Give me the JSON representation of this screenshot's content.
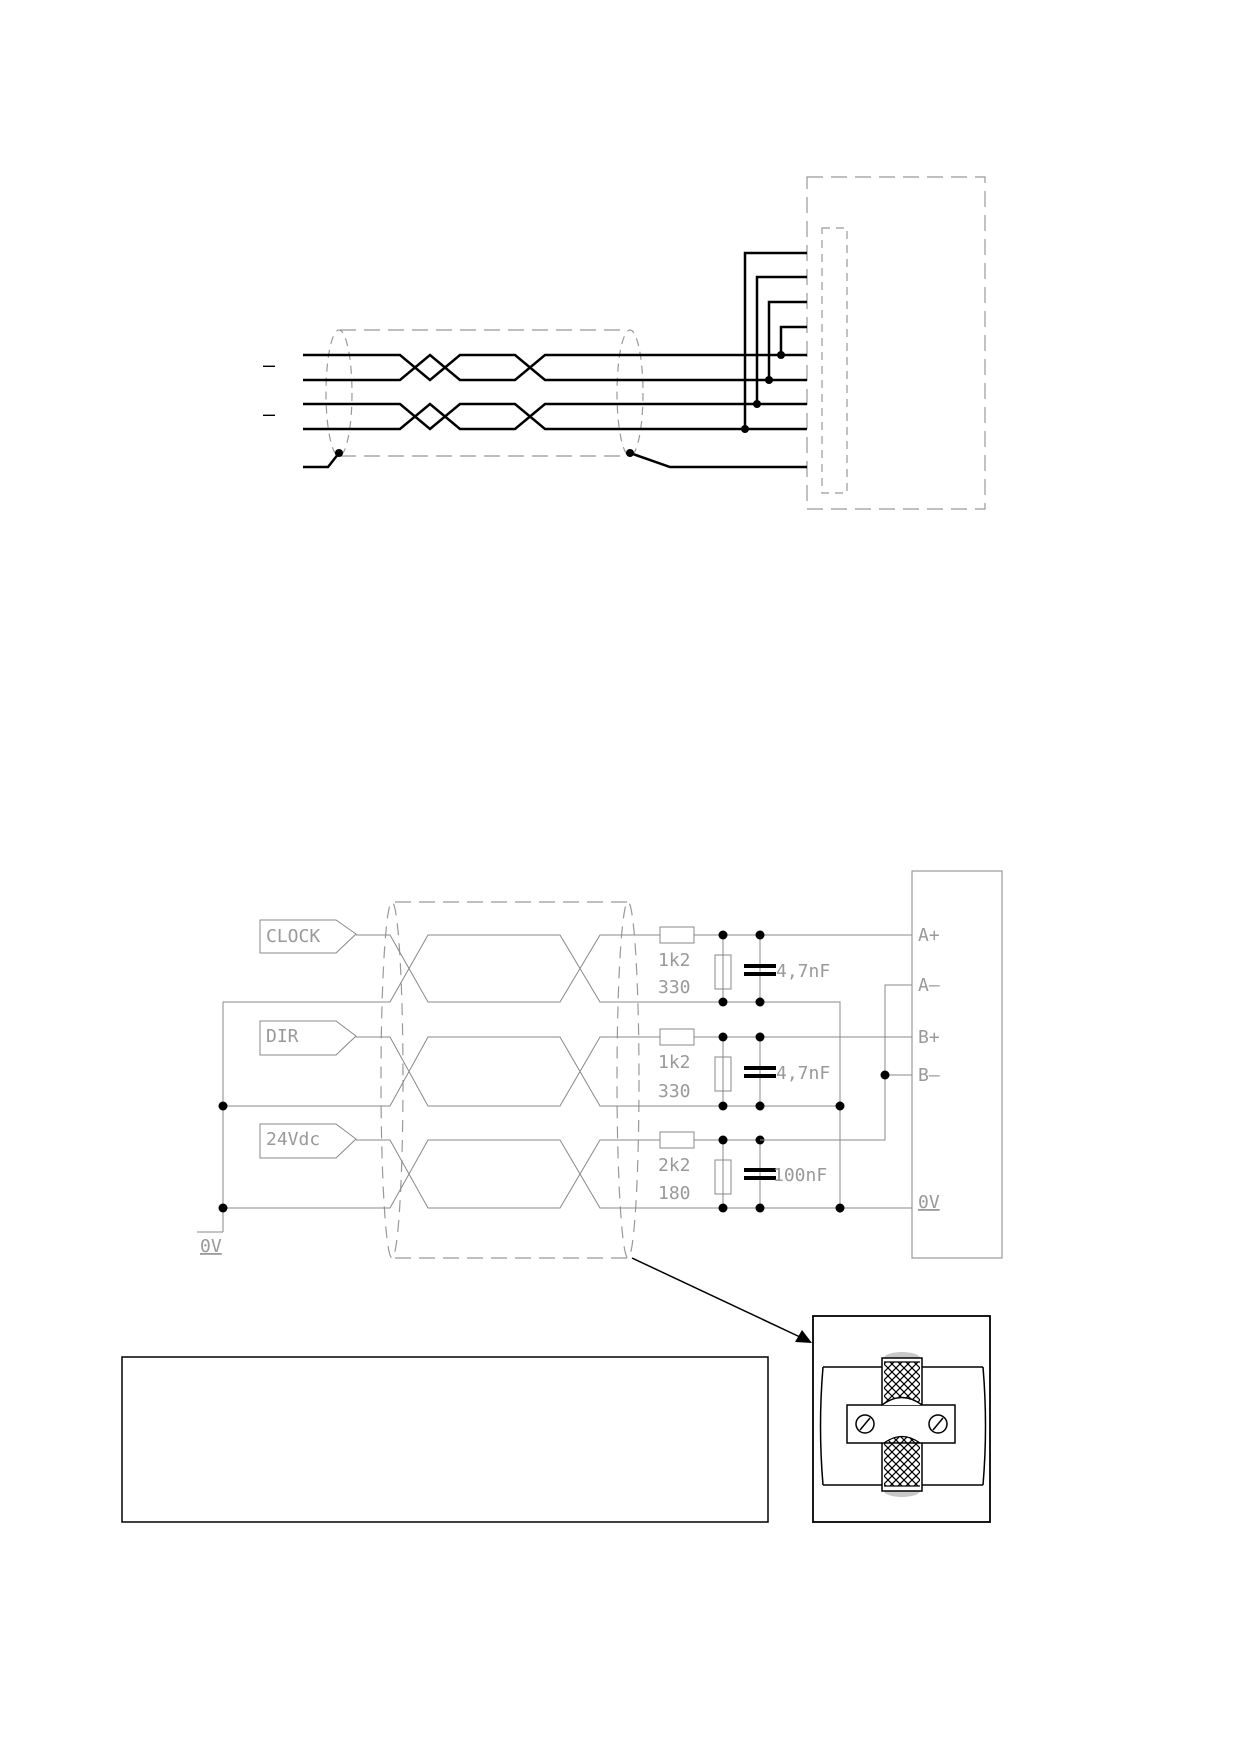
{
  "top_diagram": {
    "left_marks": [
      "–",
      "–"
    ]
  },
  "bottom_diagram": {
    "signals": [
      "CLOCK",
      "DIR",
      "24Vdc"
    ],
    "ground_label": "0V",
    "stages": [
      {
        "r_series": "1k2",
        "r_shunt": "330",
        "cap": "4,7nF"
      },
      {
        "r_series": "1k2",
        "r_shunt": "330",
        "cap": "4,7nF"
      },
      {
        "r_series": "2k2",
        "r_shunt": "180",
        "cap": "100nF"
      }
    ],
    "terminals": [
      "A+",
      "A–",
      "B+",
      "B–",
      "0V"
    ]
  },
  "colors": {
    "line": "#000000",
    "faint": "#999999",
    "hatch": "#000000",
    "clamp_shadow": "#c8c8c8"
  }
}
